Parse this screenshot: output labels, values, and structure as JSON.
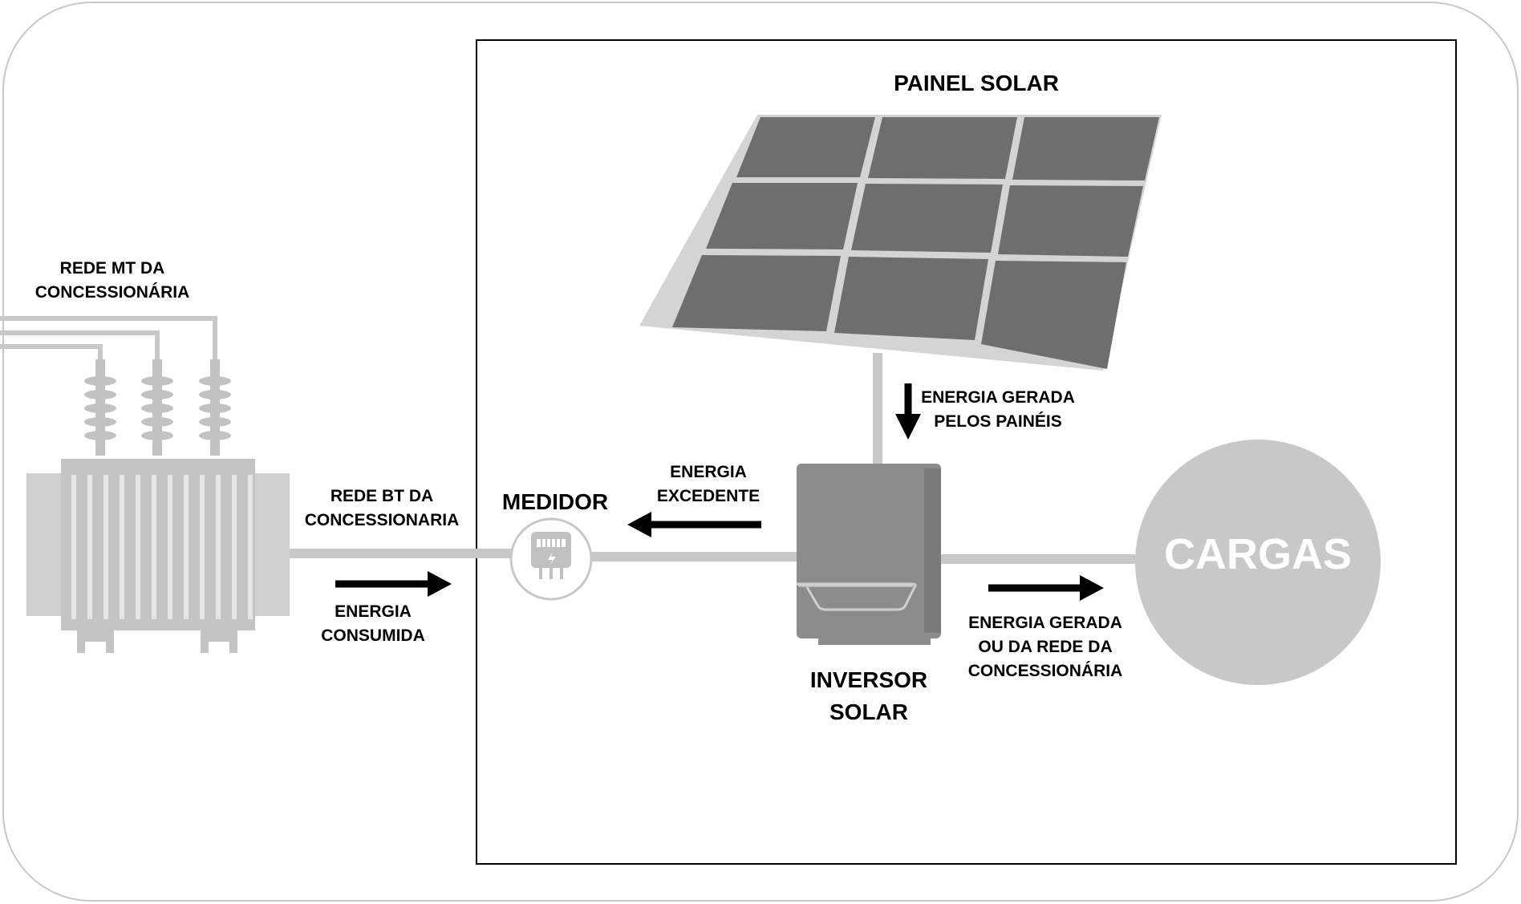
{
  "labels": {
    "painel_solar": "PAINEL SOLAR",
    "energia_gerada_paineis": [
      "ENERGIA GERADA",
      "PELOS PAINÉIS"
    ],
    "rede_mt": [
      "REDE MT DA",
      "CONCESSIONÁRIA"
    ],
    "rede_bt": [
      "REDE BT DA",
      "CONCESSIONARIA"
    ],
    "medidor": "MEDIDOR",
    "energia_excedente": [
      "ENERGIA",
      "EXCEDENTE"
    ],
    "energia_consumida": [
      "ENERGIA",
      "CONSUMIDA"
    ],
    "inversor_solar": [
      "INVERSOR",
      "SOLAR"
    ],
    "cargas": "CARGAS",
    "energia_gerada_rede": [
      "ENERGIA GERADA",
      "OU DA REDE DA",
      "CONCESSIONÁRIA"
    ]
  },
  "icons": {
    "transformer": "transformer-icon",
    "solar_panel": "solar-panel-icon",
    "inverter": "inverter-icon",
    "meter": "meter-icon"
  },
  "colors": {
    "line": "#c8c8c8",
    "arrow": "#000000",
    "panel": "#6e6e6e",
    "cargas": "#c8c8c8"
  }
}
